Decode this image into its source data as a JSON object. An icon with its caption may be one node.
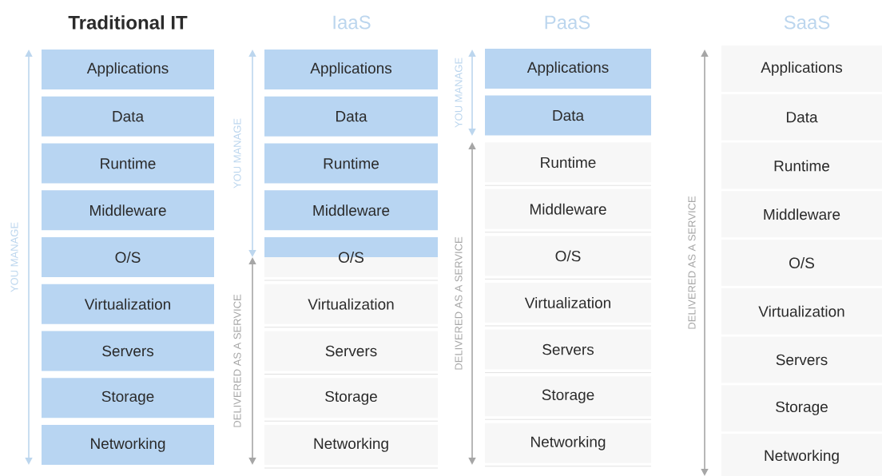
{
  "diagram": {
    "nodes": [
      {
        "text": [
          "Applications"
        ]
      },
      {
        "text": [
          "Data"
        ]
      },
      {
        "text": [
          "Runtime"
        ]
      },
      {
        "text": [
          "Middleware"
        ]
      },
      {
        "text": [
          "O/S"
        ]
      },
      {
        "text": [
          "Virtualization"
        ]
      },
      {
        "text": [
          "Servers"
        ]
      },
      {
        "text": [
          "Storage"
        ]
      },
      {
        "text": [
          "Networking"
        ]
      },
      {
        "text": [
          "Applications"
        ]
      },
      {
        "text": [
          "Data"
        ]
      },
      {
        "text": [
          "Runtime"
        ]
      },
      {
        "text": [
          "Middleware"
        ]
      },
      {
        "text": [
          "O/S"
        ]
      },
      {
        "text": [
          "Virtualization"
        ]
      },
      {
        "text": [
          "Servers"
        ]
      },
      {
        "text": [
          "Storage"
        ]
      },
      {
        "text": [
          "Networking"
        ]
      },
      {
        "text": [
          "Applications"
        ]
      },
      {
        "text": [
          "Data"
        ]
      },
      {
        "text": [
          "Runtime"
        ]
      },
      {
        "text": [
          "Middleware"
        ]
      },
      {
        "text": [
          "O/S"
        ]
      },
      {
        "text": [
          "Virtualization"
        ]
      },
      {
        "text": [
          "Servers"
        ]
      },
      {
        "text": [
          "Storage"
        ]
      },
      {
        "text": [
          "Networking"
        ]
      },
      {
        "text": [
          "Applications"
        ]
      },
      {
        "text": [
          "Data"
        ]
      },
      {
        "text": [
          "Runtime"
        ]
      },
      {
        "text": [
          "Middleware"
        ]
      },
      {
        "text": [
          "O/S"
        ]
      },
      {
        "text": [
          "Virtualization"
        ]
      },
      {
        "text": [
          "Servers"
        ]
      },
      {
        "text": [
          "Storage"
        ]
      },
      {
        "text": [
          "Networking"
        ]
      }
    ],
    "edges": [],
    "labels": [
      "Traditional IT",
      "IaaS",
      "PaaS",
      "SaaS",
      "YOU MANAGE",
      "YOU MANAGE",
      "DELIVERED AS A SERVICE",
      "YOU MANAGE",
      "DELIVERED AS A SERVICE",
      "DELIVERED AS A SERVICE"
    ]
  }
}
